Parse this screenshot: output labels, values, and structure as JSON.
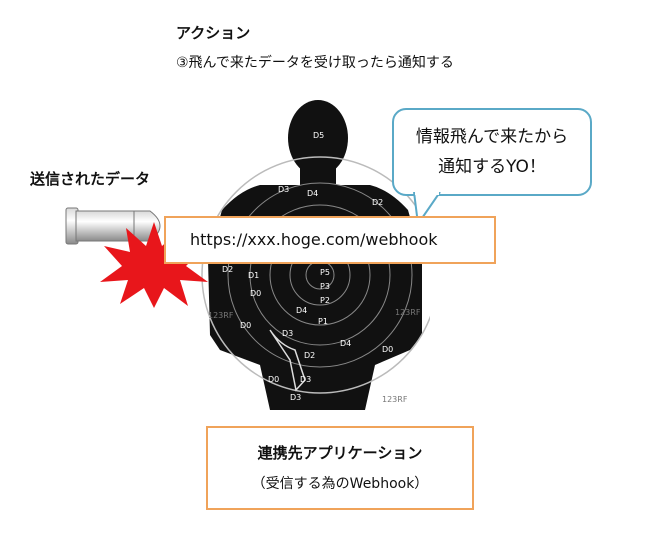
{
  "header": {
    "title": "アクション",
    "description": "③飛んで来たデータを受け取ったら通知する"
  },
  "bullet": {
    "label": "送信されたデータ"
  },
  "speech_bubble": {
    "line1": "情報飛んで来たから",
    "line2": "通知するYO！"
  },
  "url_box": {
    "url": "https://xxx.hoge.com/webhook"
  },
  "app_box": {
    "title": "連携先アプリケーション",
    "subtitle": "（受信する為のWebhook）"
  },
  "target": {
    "zones": [
      "D5",
      "D4",
      "D3",
      "D2",
      "D2",
      "D1",
      "D0",
      "P5",
      "P3",
      "P2",
      "D4",
      "P1",
      "D4",
      "D3",
      "D0",
      "D0",
      "D2",
      "D0",
      "D3",
      "D3"
    ],
    "watermarks": [
      "123RF",
      "123RF",
      "123RF"
    ]
  },
  "colors": {
    "accent_orange": "#f0a35a",
    "bubble_blue": "#5aa9c7",
    "splash_red": "#e8161b",
    "silhouette": "#111111"
  }
}
